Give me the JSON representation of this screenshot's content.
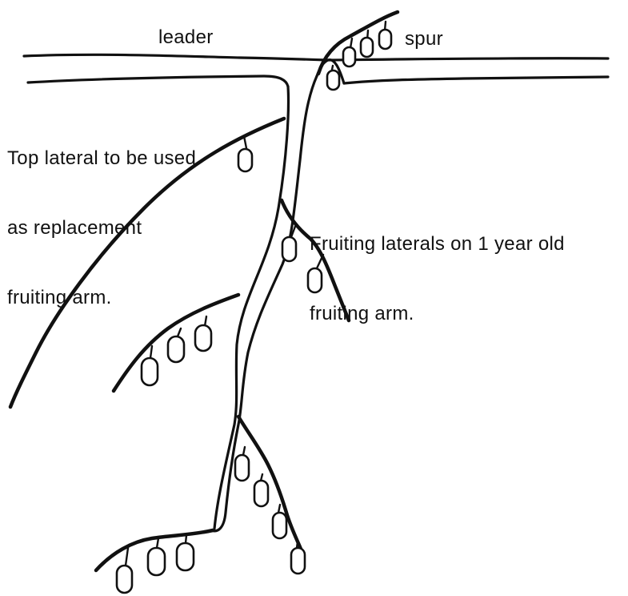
{
  "labels": {
    "leader": "leader",
    "spur": "spur",
    "top_lateral": [
      "Top lateral to be used",
      "as replacement",
      "fruiting arm."
    ],
    "fruiting_laterals": [
      "Fruiting laterals on 1 year old",
      "fruiting arm."
    ]
  }
}
